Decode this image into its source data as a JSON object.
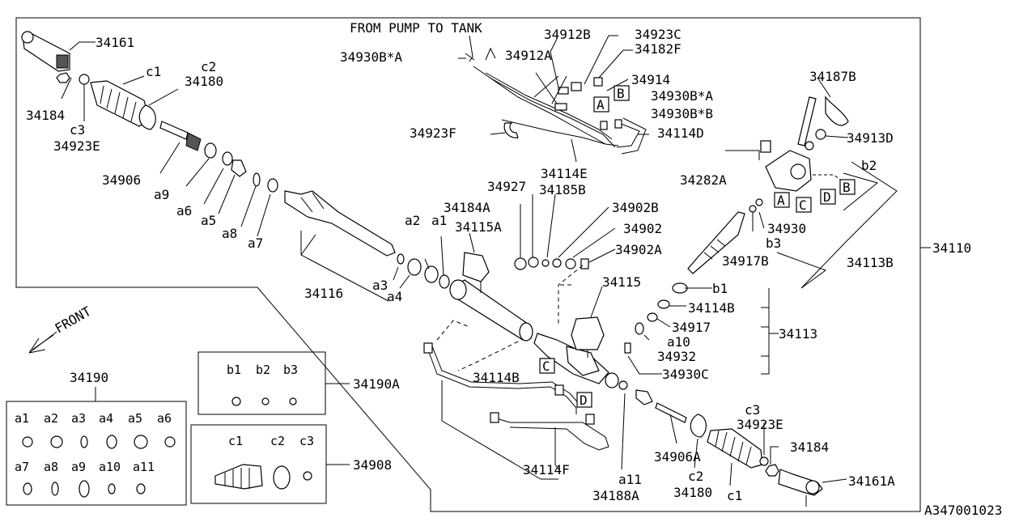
{
  "diagram": {
    "ref_code": "A347001023",
    "front_label": "FRONT",
    "pump_label": "FROM PUMP TO TANK",
    "parts": {
      "p34161": "34161",
      "p34161A": "34161A",
      "p34184": "34184",
      "p34184_r": "34184",
      "p34180": "34180",
      "p34180_r": "34180",
      "p34923E": "34923E",
      "p34923E_r": "34923E",
      "p34906": "34906",
      "p34906A": "34906A",
      "p34116": "34116",
      "p34110": "34110",
      "p34930BA_1": "34930B*A",
      "p34930BA_2": "34930B*A",
      "p34930BB": "34930B*B",
      "p34912B": "34912B",
      "p34912A": "34912A",
      "p34923C": "34923C",
      "p34182F": "34182F",
      "p34914": "34914",
      "p34923F": "34923F",
      "p34114D": "34114D",
      "p34114E": "34114E",
      "p34187B": "34187B",
      "p34913D": "34913D",
      "p34282A": "34282A",
      "p34930": "34930",
      "p34113B": "34113B",
      "p34917B": "34917B",
      "p34927": "34927",
      "p34185B": "34185B",
      "p34184A": "34184A",
      "p34115A": "34115A",
      "p34902B": "34902B",
      "p34902": "34902",
      "p34902A": "34902A",
      "p34115": "34115",
      "p34114B_1": "34114B",
      "p34114B_2": "34114B",
      "p34917": "34917",
      "p34932": "34932",
      "p34930C": "34930C",
      "p34113": "34113",
      "p34114F": "34114F",
      "p34188A": "34188A",
      "p34190": "34190",
      "p34190A": "34190A",
      "p34908": "34908"
    },
    "callouts": {
      "c1": "c1",
      "c2": "c2",
      "c3": "c3",
      "c1_r": "c1",
      "c2_r": "c2",
      "c3_r": "c3",
      "a1": "a1",
      "a2": "a2",
      "a3": "a3",
      "a4": "a4",
      "a5": "a5",
      "a6": "a6",
      "a7": "a7",
      "a8": "a8",
      "a9": "a9",
      "a10": "a10",
      "a11": "a11",
      "b1": "b1",
      "b2": "b2",
      "b3": "b3"
    },
    "letters": {
      "A": "A",
      "B": "B",
      "C": "C",
      "D": "D"
    },
    "kit_34190": [
      "a1",
      "a2",
      "a3",
      "a4",
      "a5",
      "a6",
      "a7",
      "a8",
      "a9",
      "a10",
      "a11"
    ],
    "kit_34190A": [
      "b1",
      "b2",
      "b3"
    ],
    "kit_34908": [
      "c1",
      "c2",
      "c3"
    ]
  }
}
